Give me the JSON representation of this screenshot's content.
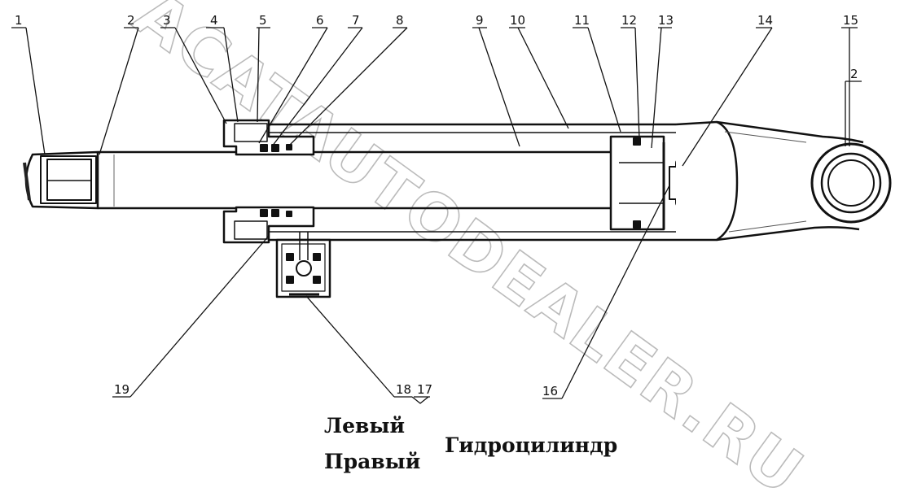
{
  "watermark": "ACATAUTODEALER.RU",
  "callouts": [
    "1",
    "2",
    "3",
    "4",
    "5",
    "6",
    "7",
    "8",
    "9",
    "10",
    "11",
    "12",
    "13",
    "14",
    "15",
    "2",
    "16",
    "17",
    "18",
    "19"
  ],
  "captions": {
    "left": "Левый",
    "right": "Правый",
    "title": "Гидроцилиндр"
  }
}
